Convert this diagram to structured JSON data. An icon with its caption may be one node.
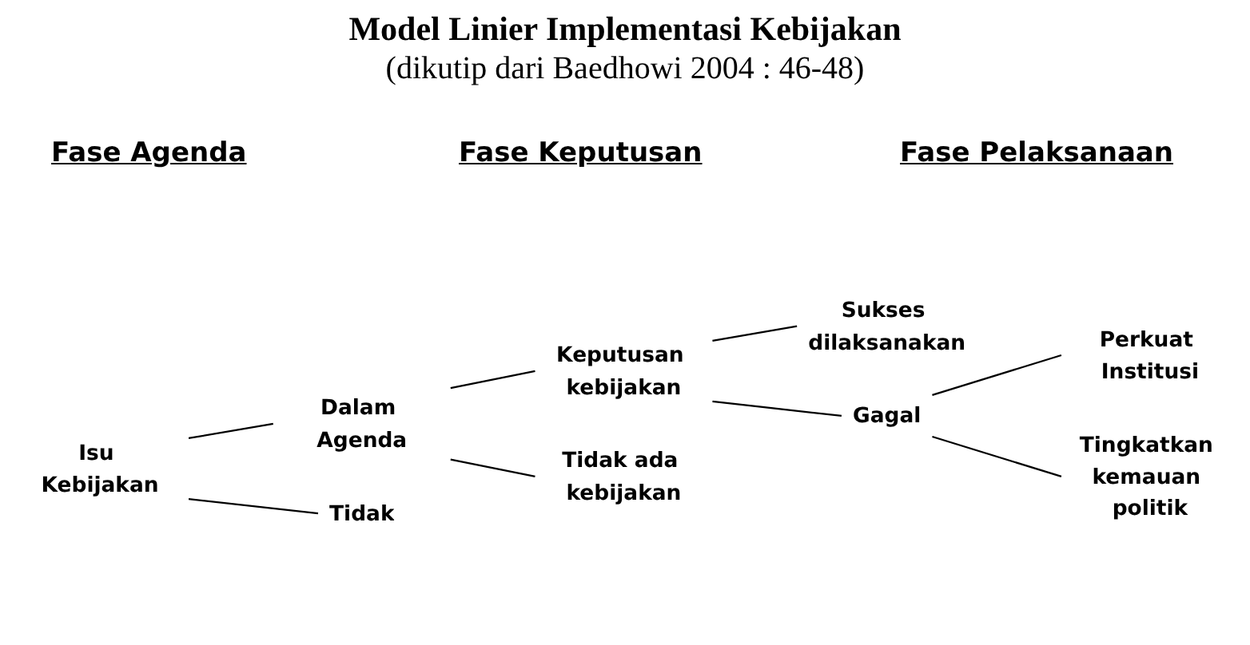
{
  "diagram": {
    "title": "Model Linier Implementasi Kebijakan",
    "caption": "(dikutip dari Baedhowi 2004 : 46-48)",
    "nodes": [
      {
        "text": [
          "Isu Kebijakan"
        ]
      },
      {
        "text": [
          "Dalam Agenda"
        ]
      },
      {
        "text": [
          "Tidak"
        ]
      },
      {
        "text": [
          "Keputusan kebijakan"
        ]
      },
      {
        "text": [
          "Tidak ada kebijakan"
        ]
      },
      {
        "text": [
          "Sukses dilaksanakan"
        ]
      },
      {
        "text": [
          "Gagal"
        ]
      },
      {
        "text": [
          "Perkuat Institusi"
        ]
      },
      {
        "text": [
          "Tingkatkan kemauan politik"
        ]
      }
    ],
    "edges": [
      {
        "from": 0,
        "to": 1,
        "arrow": "none"
      },
      {
        "from": 0,
        "to": 2,
        "arrow": "none"
      },
      {
        "from": 1,
        "to": 3,
        "arrow": "none"
      },
      {
        "from": 1,
        "to": 4,
        "arrow": "none"
      },
      {
        "from": 3,
        "to": 5,
        "arrow": "none"
      },
      {
        "from": 3,
        "to": 6,
        "arrow": "none"
      },
      {
        "from": 6,
        "to": 7,
        "arrow": "none"
      },
      {
        "from": 6,
        "to": 8,
        "arrow": "none"
      }
    ],
    "labels": [
      "Fase Agenda",
      "Fase Keputusan",
      "Fase Pelaksanaan"
    ]
  }
}
